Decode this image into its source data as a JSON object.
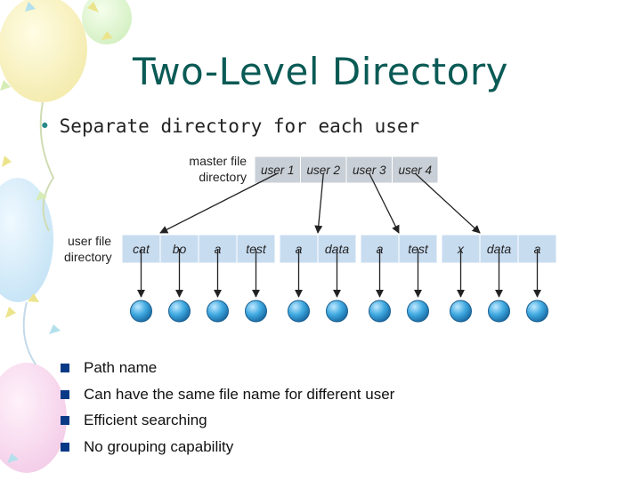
{
  "slide": {
    "title": "Two-Level Directory",
    "lead_bullet": "Separate directory for each user"
  },
  "diagram": {
    "master_label_line1": "master file",
    "master_label_line2": "directory",
    "user_label_line1": "user file",
    "user_label_line2": "directory",
    "master_entries": [
      "user 1",
      "user 2",
      "user 3",
      "user 4"
    ],
    "user_directories": [
      [
        "cat",
        "bo",
        "a",
        "test"
      ],
      [
        "a",
        "data"
      ],
      [
        "a",
        "test"
      ],
      [
        "x",
        "data",
        "a"
      ]
    ],
    "colors": {
      "cell_fill": "#c8dcf0",
      "master_fill": "#c9cfd6",
      "file_fill": "#3fa9e0"
    }
  },
  "bullets": [
    "Path name",
    "Can have the same file name for different user",
    "Efficient searching",
    "No grouping capability"
  ]
}
